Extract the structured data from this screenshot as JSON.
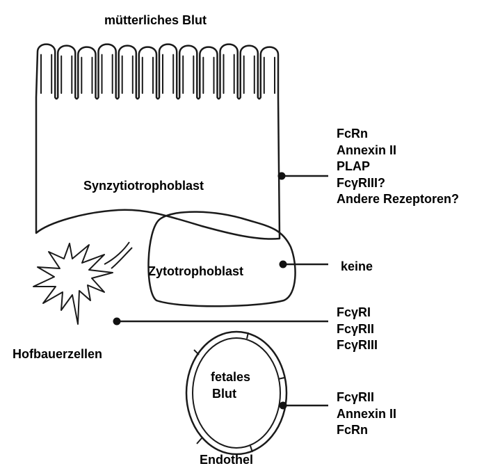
{
  "labels": {
    "maternal_blood": "mütterliches Blut",
    "syncytiotrophoblast": "Synzytiotrophoblast",
    "cytotrophoblast": "Zytotrophoblast",
    "hofbauer": "Hofbauerzellen",
    "fetal_blood_1": "fetales",
    "fetal_blood_2": "Blut",
    "endothel": "Endothel"
  },
  "receptor_lists": {
    "syncytiotrophoblast": [
      "FcRn",
      "Annexin II",
      "PLAP",
      "FcγRIII?",
      "Andere Rezeptoren?"
    ],
    "cytotrophoblast": [
      "keine"
    ],
    "hofbauer": [
      "FcγRI",
      "FcγRII",
      "FcγRIII"
    ],
    "endothel": [
      "FcγRII",
      "Annexin II",
      "FcRn"
    ]
  },
  "colors": {
    "line": "#1a1a1a",
    "dot": "#111111",
    "background": "#ffffff"
  }
}
